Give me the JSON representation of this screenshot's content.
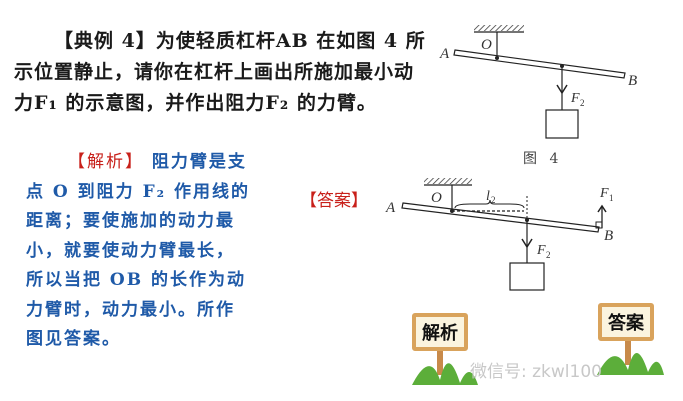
{
  "question": {
    "line1": "【典例 4】为使轻质杠杆AB 在如图 4 所",
    "line2": "示位置静止，请你在杠杆上画出所施加最小动",
    "line3": "力F₁ 的示意图，并作出阻力F₂ 的力臂。"
  },
  "analysis": {
    "tag": "【解析】",
    "lines": [
      " 阻力臂是支",
      "点 O 到阻力 F₂ 作用线的",
      "距离；要使施加的动力最",
      "小，就要使动力臂最长，",
      "所以当把 OB 的长作为动",
      "力臂时，动力最小。所作",
      "图见答案。"
    ]
  },
  "figure4": {
    "caption": "图 4",
    "labels": {
      "A": "A",
      "B": "B",
      "O": "O",
      "F2": "F₂"
    }
  },
  "answer_figure": {
    "tag": "【答案】",
    "labels": {
      "A": "A",
      "B": "B",
      "O": "O",
      "F1": "F₁",
      "F2": "F₂",
      "l2": "l₂"
    }
  },
  "signs": {
    "analysis": "解析",
    "answer": "答案"
  },
  "watermark": "微信号: zkwl100",
  "colors": {
    "analysis_text": "#1f5aa8",
    "tag_red": "#c8201a"
  }
}
